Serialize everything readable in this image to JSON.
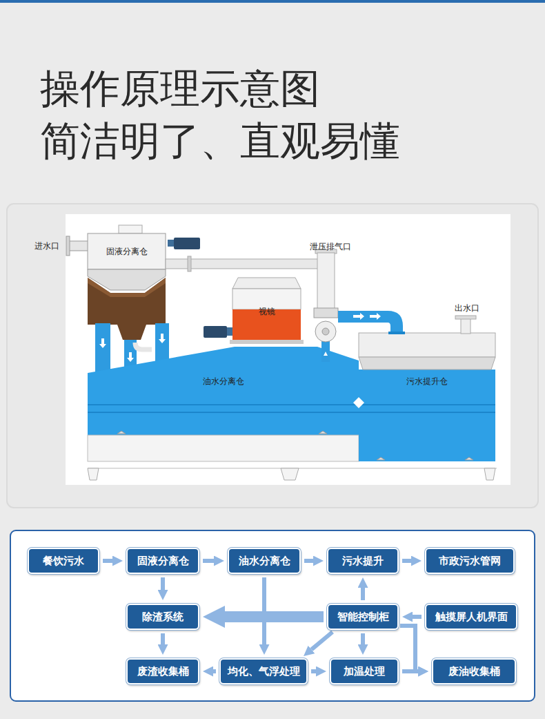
{
  "diagram": {
    "title": "操作原理示意图",
    "nodes": [
      {
        "text": [
          "固液分离仓"
        ]
      },
      {
        "text": [
          "视镜"
        ]
      },
      {
        "text": [
          "油水分离仓"
        ]
      },
      {
        "text": [
          "污水提升仓"
        ]
      },
      {
        "text": [
          "餐饮污水"
        ]
      },
      {
        "text": [
          "固液分离仓"
        ]
      },
      {
        "text": [
          "油水分离仓"
        ]
      },
      {
        "text": [
          "污水提升"
        ]
      },
      {
        "text": [
          "市政污水管网"
        ]
      },
      {
        "text": [
          "除渣系统"
        ]
      },
      {
        "text": [
          "智能控制柜"
        ]
      },
      {
        "text": [
          "触摸屏人机界面"
        ]
      },
      {
        "text": [
          "废渣收集桶"
        ]
      },
      {
        "text": [
          "均化、气浮处理"
        ]
      },
      {
        "text": [
          "加温处理"
        ]
      },
      {
        "text": [
          "废油收集桶"
        ]
      }
    ],
    "edges": [
      {
        "from": 4,
        "to": 5,
        "arrow": "to"
      },
      {
        "from": 5,
        "to": 6,
        "arrow": "to"
      },
      {
        "from": 6,
        "to": 7,
        "arrow": "to"
      },
      {
        "from": 7,
        "to": 8,
        "arrow": "to"
      },
      {
        "from": 5,
        "to": 9,
        "arrow": "to"
      },
      {
        "from": 10,
        "to": 9,
        "arrow": "to"
      },
      {
        "from": 6,
        "to": 13,
        "arrow": "to"
      },
      {
        "from": 10,
        "to": 7,
        "arrow": "to"
      },
      {
        "from": 11,
        "to": 10,
        "arrow": "to"
      },
      {
        "from": 10,
        "to": 14,
        "arrow": "to"
      },
      {
        "from": 10,
        "to": 13,
        "arrow": "to"
      },
      {
        "from": 9,
        "to": 12,
        "arrow": "to"
      },
      {
        "from": 13,
        "to": 12,
        "arrow": "to"
      },
      {
        "from": 13,
        "to": 14,
        "arrow": "to"
      },
      {
        "from": 14,
        "to": 15,
        "arrow": "to"
      },
      {
        "from": 10,
        "to": 15,
        "arrow": "to"
      }
    ],
    "labels": [
      "简洁明了、直观易懂",
      "进水口",
      "泄压排气口",
      "出水口"
    ]
  }
}
